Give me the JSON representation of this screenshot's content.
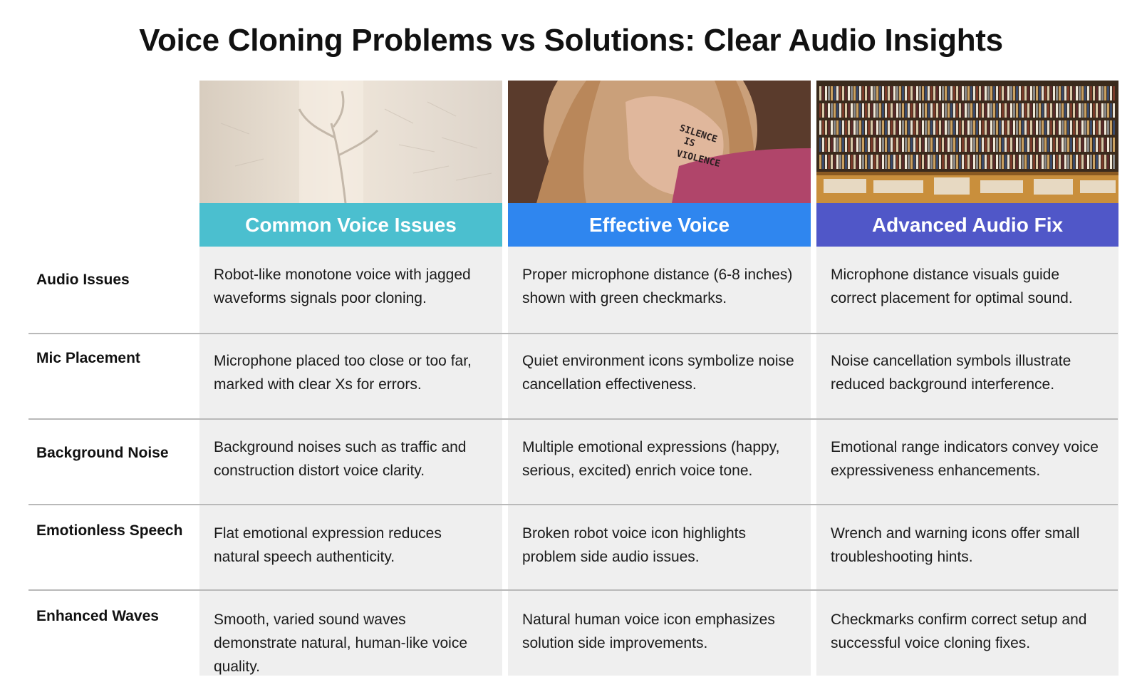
{
  "title": "Voice Cloning Problems vs Solutions: Clear Audio Insights",
  "columns": [
    {
      "header": "Common Voice Issues",
      "color": "#4bbfcf",
      "image": "shadow-of-plant-on-textured-wall"
    },
    {
      "header": "Effective Voice",
      "color": "#2f86ef",
      "image": "person-covering-mouth-silence-is-violence"
    },
    {
      "header": "Advanced Audio Fix",
      "color": "#5057c8",
      "image": "record-store-shelves"
    }
  ],
  "image_text": {
    "hand": [
      "SILENCE",
      "IS",
      "VIOLENCE"
    ]
  },
  "rows": [
    {
      "label": "Audio Issues",
      "cells": [
        "Robot-like monotone voice with jagged waveforms signals poor cloning.",
        "Proper microphone distance (6-8 inches) shown with green checkmarks.",
        "Microphone distance visuals guide correct placement for optimal sound."
      ]
    },
    {
      "label": "Mic Placement",
      "cells": [
        "Microphone placed too close or too far, marked with clear Xs for errors.",
        "Quiet environment icons symbolize noise cancellation effectiveness.",
        "Noise cancellation symbols illustrate reduced background interference."
      ]
    },
    {
      "label": "Background Noise",
      "cells": [
        "Background noises such as traffic and construction distort voice clarity.",
        "Multiple emotional expressions (happy, serious, excited) enrich voice tone.",
        "Emotional range indicators convey voice expressiveness enhancements."
      ]
    },
    {
      "label": "Emotionless Speech",
      "cells": [
        "Flat emotional expression reduces natural speech authenticity.",
        "Broken robot voice icon highlights problem side audio issues.",
        "Wrench and warning icons offer small troubleshooting hints."
      ]
    },
    {
      "label": "Enhanced Waves",
      "cells": [
        "Smooth, varied sound waves demonstrate natural, human-like voice quality.",
        "Natural human voice icon emphasizes solution side improvements.",
        "Checkmarks confirm correct setup and successful voice cloning fixes."
      ]
    }
  ]
}
